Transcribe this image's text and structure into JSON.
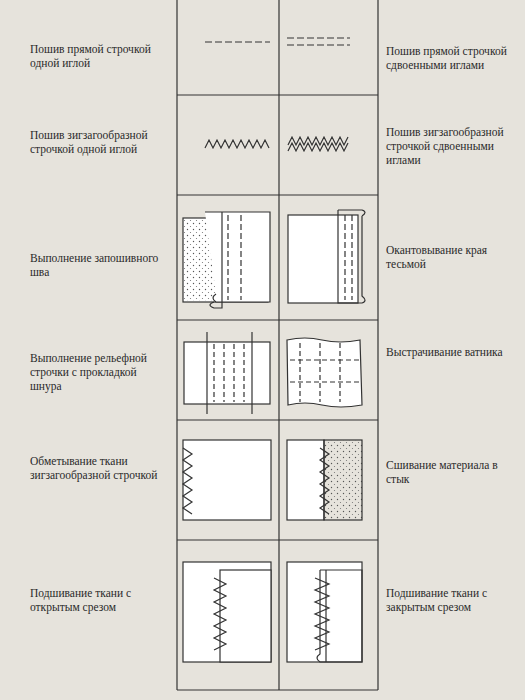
{
  "diagram": {
    "labels": [
      "Пошив прямой строчкой одной иглой",
      "Пошив прямой строчкой сдвоенными иглами",
      "Пошив зигзагообразной строчкой одной иглой",
      "Пошив зигзагообразной строчкой сдвоенными иглами",
      "Выполнение запошивного шва",
      "Окантовывание края тесьмой",
      "Выполнение рельефной строчки с прокладкой шнура",
      "Выстрачивание ватника",
      "Обметывание ткани зигзагообразной строчкой",
      "Сшивание материала в стык",
      "Подшивание ткани с открытым срезом",
      "Подшивание ткани с закрытым срезом"
    ]
  }
}
